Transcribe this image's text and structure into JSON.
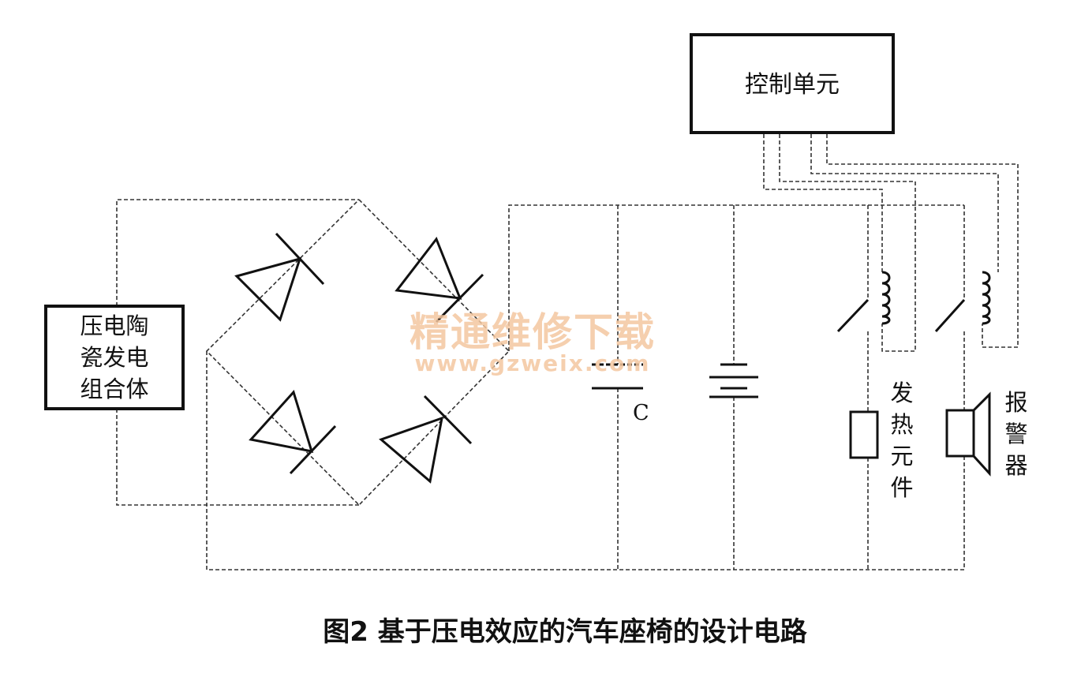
{
  "labels": {
    "control_unit": "控制单元",
    "generator": [
      "压电陶",
      "瓷发电",
      "组合体"
    ],
    "capacitor": "C",
    "heater": [
      "发",
      "热",
      "元",
      "件"
    ],
    "alarm": [
      "报",
      "警",
      "器"
    ]
  },
  "watermark": {
    "title": "精通维修下载",
    "url": "www.gzweix.com"
  },
  "caption": "图2  基于压电效应的汽车座椅的设计电路",
  "colors": {
    "ink": "#111111",
    "watermark": "#f4c7a0"
  }
}
